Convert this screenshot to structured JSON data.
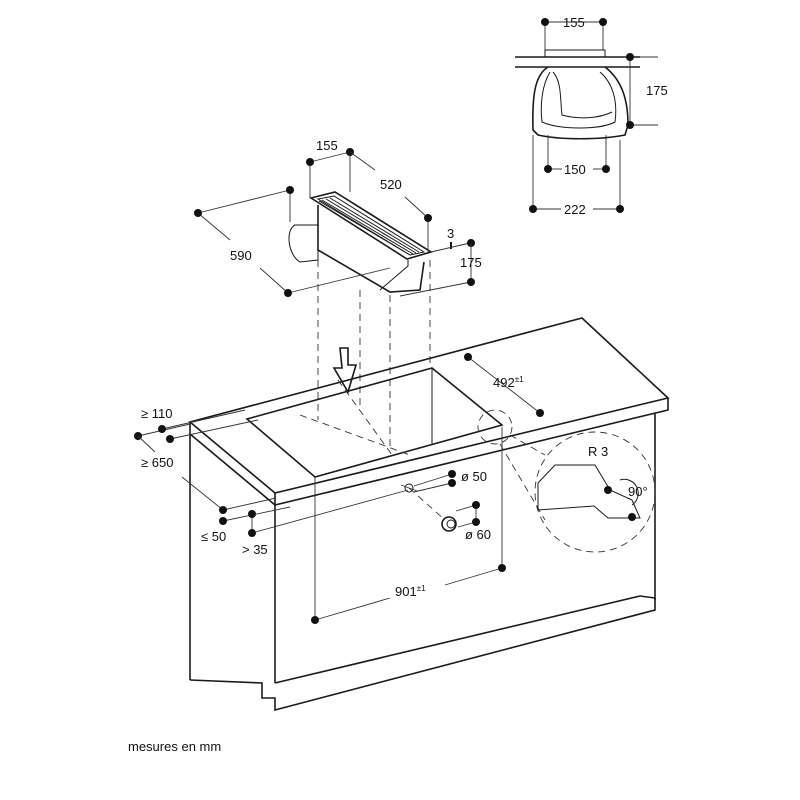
{
  "profile_view": {
    "width_top": "155",
    "height": "175",
    "inner_width": "150",
    "outer_width": "222"
  },
  "module": {
    "width": "155",
    "length": "520",
    "depth": "590",
    "flange": "3",
    "height": "175"
  },
  "cabinet": {
    "cutout_depth": "492",
    "cutout_depth_tol": "±1",
    "front_distance": "≥ 110",
    "worktop_depth": "≥ 650",
    "front_edge": "≤ 50",
    "side_clearance": "> 35",
    "hole_small": "ø 50",
    "hole_large": "ø 60",
    "cutout_length": "901",
    "cutout_length_tol": "±1"
  },
  "detail": {
    "radius": "R 3",
    "angle": "90°"
  },
  "footer": {
    "units_note": "mesures en mm"
  }
}
